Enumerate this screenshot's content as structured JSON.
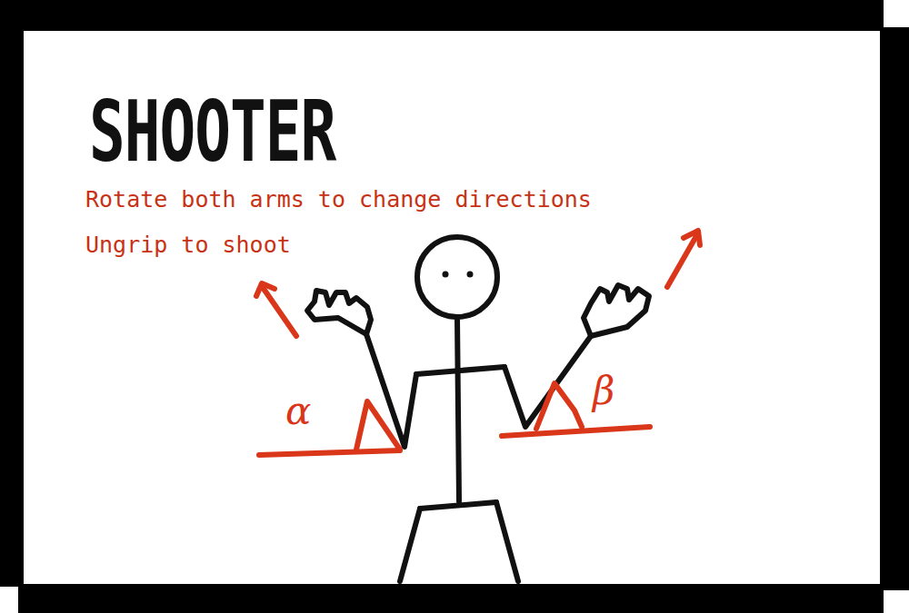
{
  "diagram": {
    "title": "SHOOTER",
    "labels": [
      "Rotate both arms to change directions",
      "Ungrip to shoot",
      "α",
      "β"
    ]
  }
}
